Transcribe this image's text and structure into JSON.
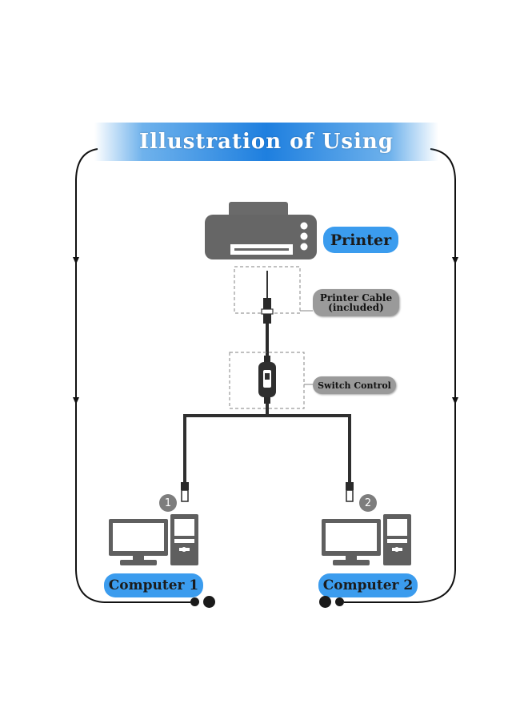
{
  "header": {
    "title": "Illustration of Using"
  },
  "nodes": {
    "printer": {
      "label": "Printer"
    },
    "printer_cable": {
      "label_line1": "Printer Cable",
      "label_line2": "(included)"
    },
    "switch": {
      "label": "Switch Control"
    },
    "computer_1": {
      "label": "Computer 1",
      "badge": "1"
    },
    "computer_2": {
      "label": "Computer 2",
      "badge": "2"
    }
  },
  "colors": {
    "accent_blue": "#3b9cee",
    "banner_blue": "#1e7fdf",
    "label_gray": "#9a9a9a",
    "device_gray": "#5f5f5f",
    "line_dark": "#1a1a1a"
  }
}
